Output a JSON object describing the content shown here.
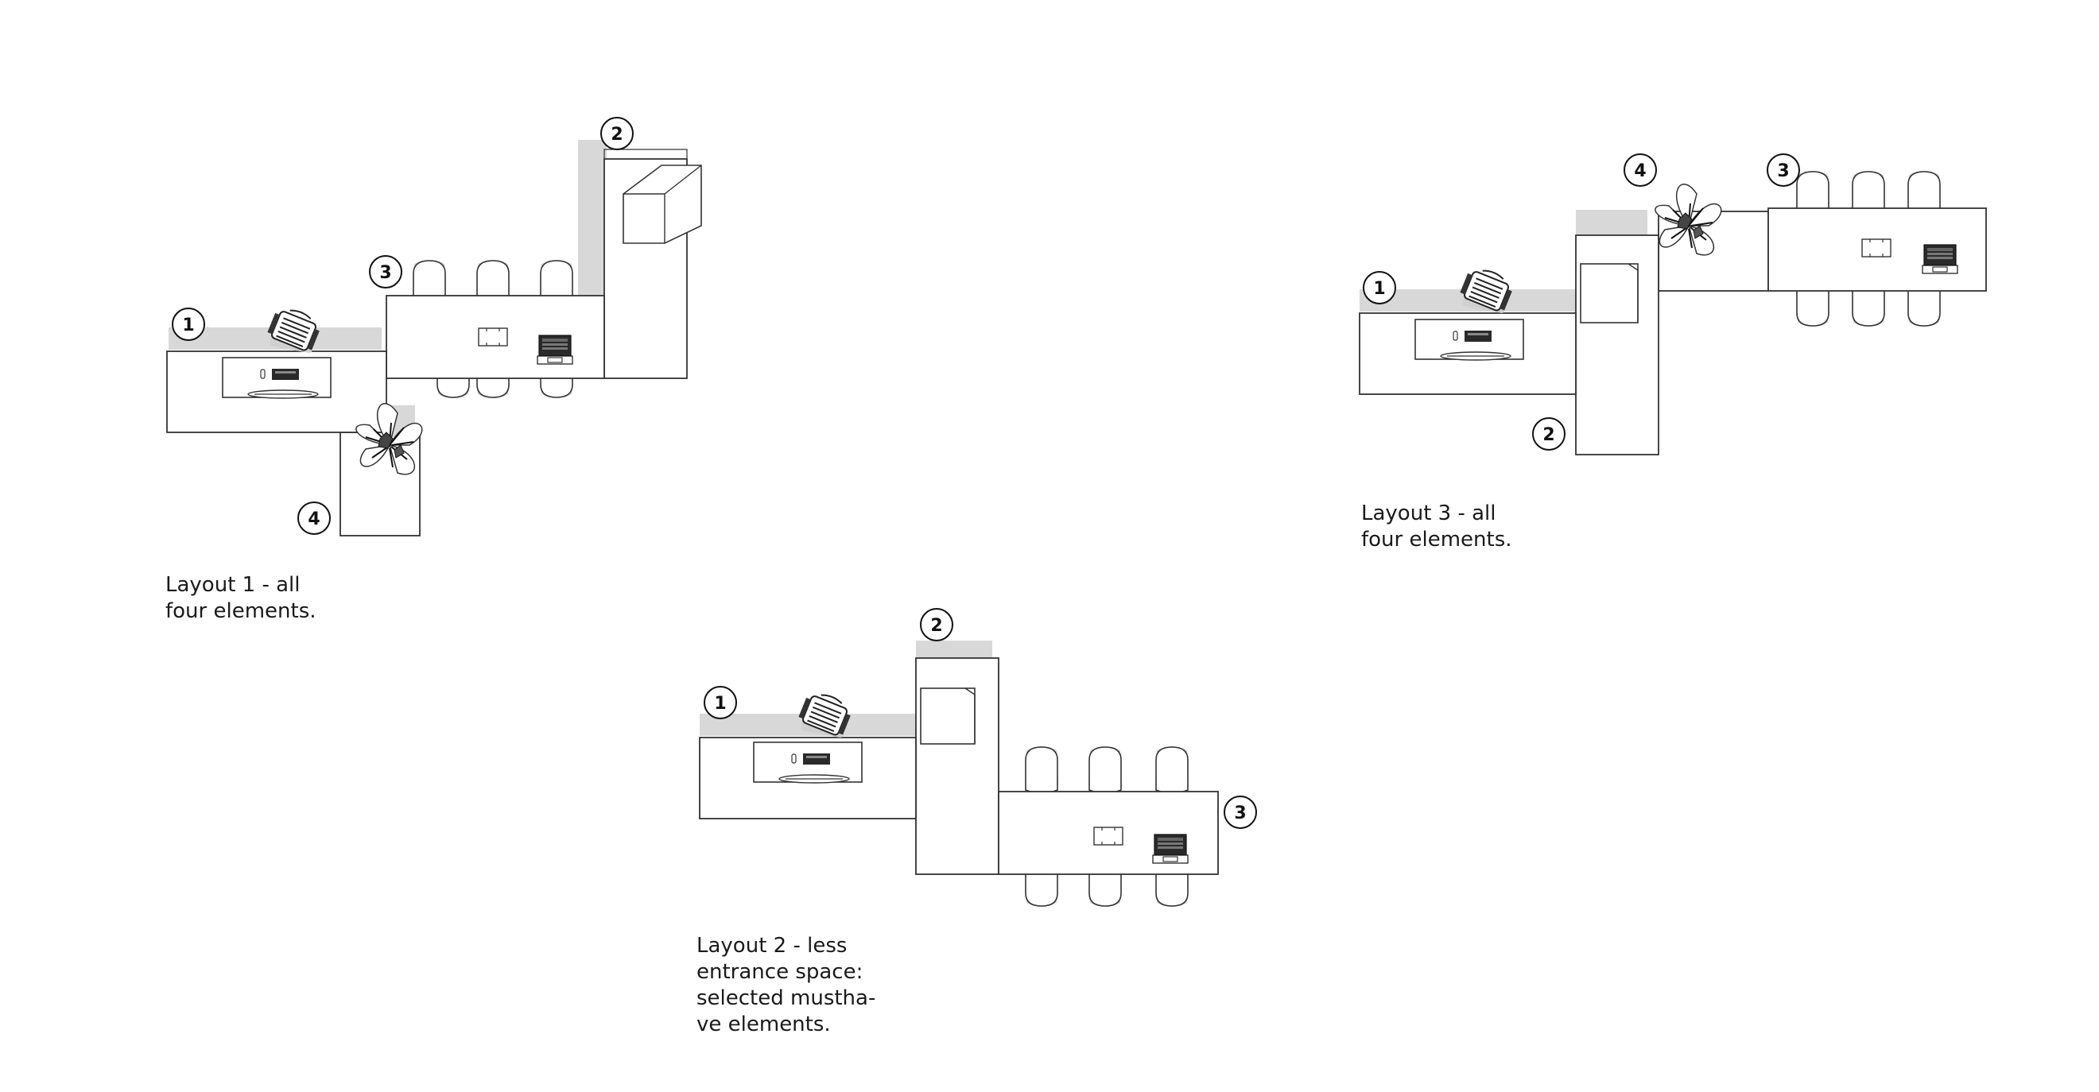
{
  "layouts": [
    {
      "id": "layout-1",
      "caption_lines": [
        "Layout 1 - all",
        "four elements."
      ],
      "markers": [
        "1",
        "2",
        "3",
        "4"
      ]
    },
    {
      "id": "layout-2",
      "caption_lines": [
        "Layout 2 - less",
        "entrance space:",
        "selected mustha-",
        "ve elements."
      ],
      "markers": [
        "1",
        "2",
        "3"
      ]
    },
    {
      "id": "layout-3",
      "caption_lines": [
        "Layout 3 - all",
        "four elements."
      ],
      "markers": [
        "1",
        "2",
        "3",
        "4"
      ]
    }
  ]
}
